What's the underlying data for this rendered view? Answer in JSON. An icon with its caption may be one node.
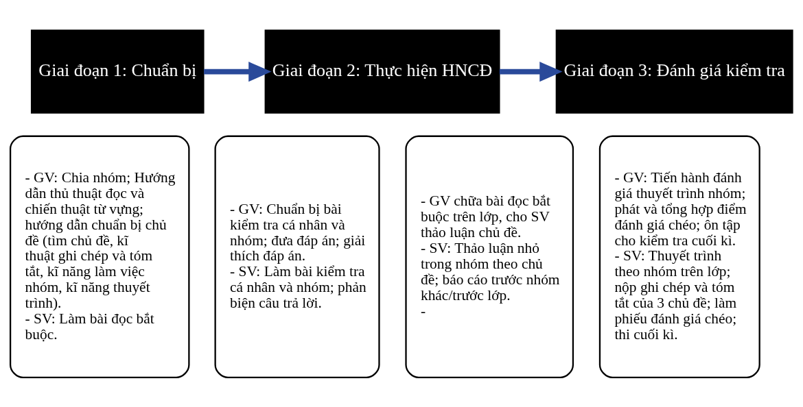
{
  "diagram": {
    "nodes": [
      {
        "text": [
          "Giai đoạn 1: Chuẩn bị"
        ]
      },
      {
        "text": [
          "- GV: Chia nhóm; Hướng dẫn thủ thuật đọc và chiến thuật từ vựng; hướng dẫn chuẩn bị chủ đề (tìm chủ đề, kĩ thuật ghi chép và tóm tắt, kĩ năng làm việc nhóm, kĩ năng thuyết trình).",
          "- SV: Làm bài đọc bắt buộc."
        ]
      },
      {
        "text": [
          "Giai đoạn 2: Thực hiện HNCĐ"
        ]
      },
      {
        "text": [
          "- GV: Chuẩn bị bài kiểm tra cá nhân và nhóm; đưa đáp án; giải thích đáp án.",
          "- SV: Làm bài kiểm tra cá nhân và nhóm; phản biện câu trả lời."
        ]
      },
      {
        "text": [
          "- GV chữa bài đọc bắt buộc trên lớp, cho SV thảo luận chủ đề.",
          "- SV: Thảo luận nhỏ trong nhóm theo chủ đề; báo cáo trước nhóm khác/trước lớp.",
          "-"
        ]
      },
      {
        "text": [
          "Giai đoạn 3: Đánh giá kiểm tra"
        ]
      },
      {
        "text": [
          "- GV: Tiến hành đánh giá thuyết trình nhóm; phát và tổng hợp điểm đánh giá chéo; ôn tập cho kiểm tra cuối kì.",
          "- SV: Thuyết trình theo nhóm trên lớp; nộp ghi chép và tóm tắt của 3 chủ đề; làm phiếu đánh giá chéo; thi cuối kì."
        ]
      }
    ],
    "edges": [
      {
        "from": 0,
        "to": 2,
        "arrow": "to"
      },
      {
        "from": 2,
        "to": 5,
        "arrow": "to"
      }
    ]
  }
}
